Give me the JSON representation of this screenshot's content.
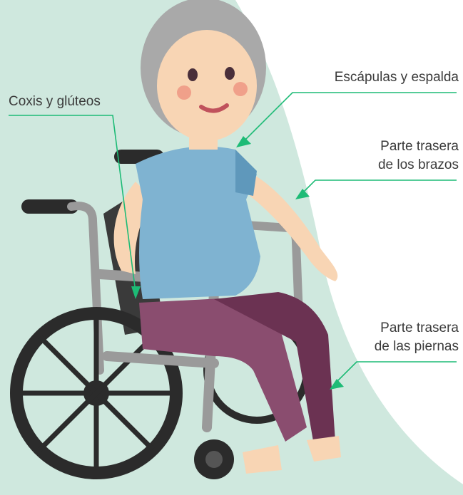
{
  "labels": {
    "coxis": "Coxis y glúteos",
    "escapulas": "Escápulas y espalda",
    "brazos_line1": "Parte trasera",
    "brazos_line2": "de los brazos",
    "piernas_line1": "Parte trasera",
    "piernas_line2": "de las piernas"
  },
  "colors": {
    "background_green": "#cfe8de",
    "leader_line": "#1dbb76",
    "label_text": "#3b3b3b",
    "shirt": "#7fb3d1",
    "pants": "#7a3f5e",
    "wheel": "#2b2b2b",
    "frame": "#9a9a9a",
    "skin": "#f8d5b4",
    "hair": "#a9a9a9"
  },
  "icons": [
    "arrow-escapulas-icon",
    "arrow-brazos-icon",
    "arrow-piernas-icon",
    "arrow-coxis-icon"
  ]
}
